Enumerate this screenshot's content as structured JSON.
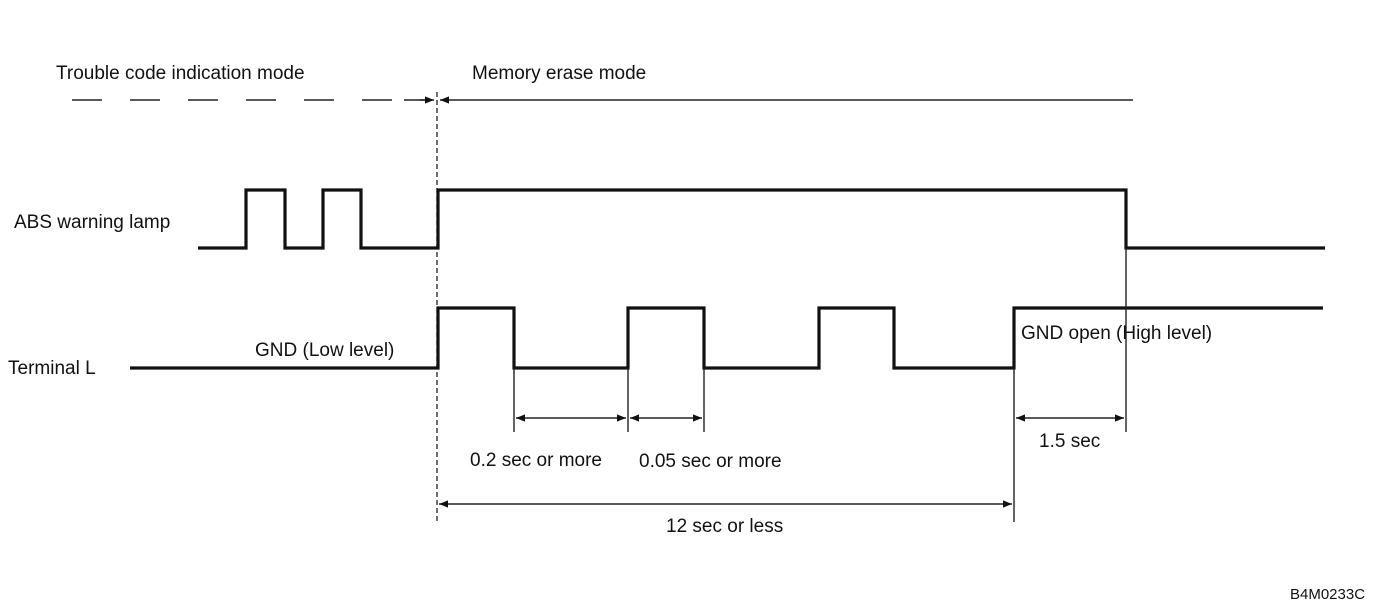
{
  "diagram": {
    "modes": {
      "trouble_code": "Trouble code indication mode",
      "memory_erase": "Memory erase mode"
    },
    "signals": {
      "abs_lamp": "ABS warning lamp",
      "terminal_l": "Terminal L"
    },
    "levels": {
      "gnd_low": "GND (Low level)",
      "gnd_open": "GND open (High level)"
    },
    "timings": {
      "low_time": "0.2 sec or more",
      "high_time": "0.05 sec or more",
      "total": "12 sec or less",
      "hold": "1.5 sec"
    },
    "figure_code": "B4M0233C"
  }
}
